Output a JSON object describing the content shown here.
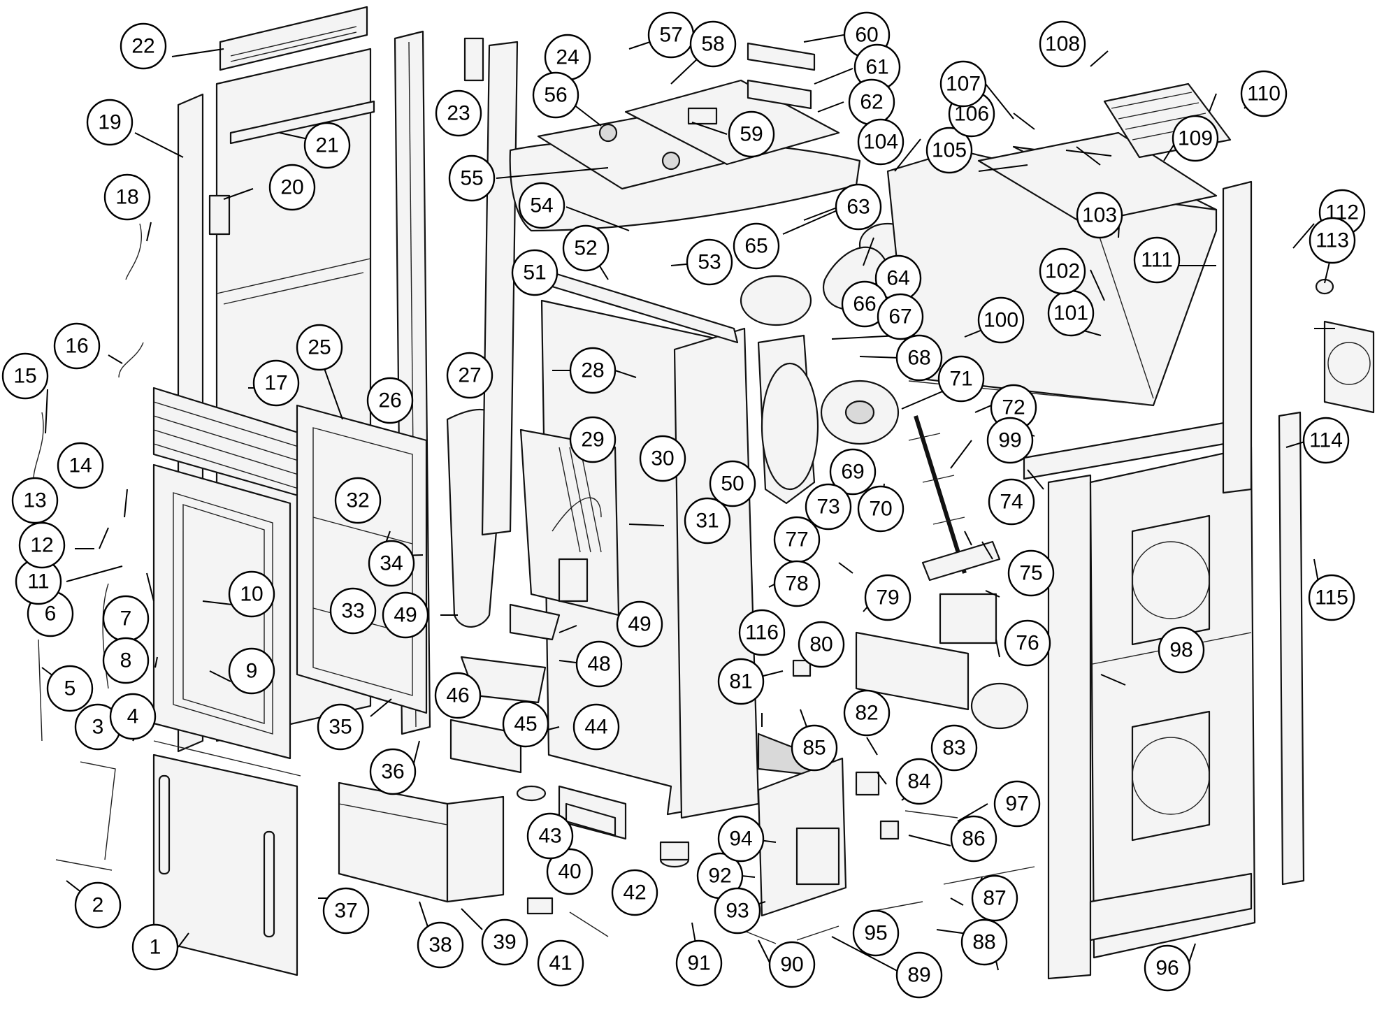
{
  "diagram": {
    "callouts": [
      "1",
      "2",
      "3",
      "4",
      "5",
      "6",
      "7",
      "8",
      "9",
      "10",
      "11",
      "12",
      "13",
      "14",
      "15",
      "16",
      "17",
      "18",
      "19",
      "20",
      "21",
      "22",
      "23",
      "24",
      "25",
      "26",
      "27",
      "28",
      "29",
      "30",
      "31",
      "32",
      "33",
      "34",
      "35",
      "36",
      "37",
      "38",
      "39",
      "40",
      "41",
      "42",
      "43",
      "44",
      "45",
      "46",
      "48",
      "49",
      "50",
      "51",
      "52",
      "53",
      "54",
      "55",
      "56",
      "57",
      "58",
      "59",
      "60",
      "61",
      "62",
      "63",
      "64",
      "65",
      "66",
      "67",
      "68",
      "69",
      "70",
      "71",
      "72",
      "73",
      "74",
      "75",
      "76",
      "77",
      "78",
      "79",
      "80",
      "81",
      "82",
      "83",
      "84",
      "85",
      "86",
      "87",
      "88",
      "89",
      "90",
      "91",
      "92",
      "93",
      "94",
      "95",
      "96",
      "97",
      "98",
      "99",
      "100",
      "101",
      "102",
      "103",
      "104",
      "105",
      "106",
      "107",
      "108",
      "109",
      "110",
      "111",
      "112",
      "113",
      "114",
      "115",
      "116"
    ],
    "duplicate_callout": "49"
  }
}
